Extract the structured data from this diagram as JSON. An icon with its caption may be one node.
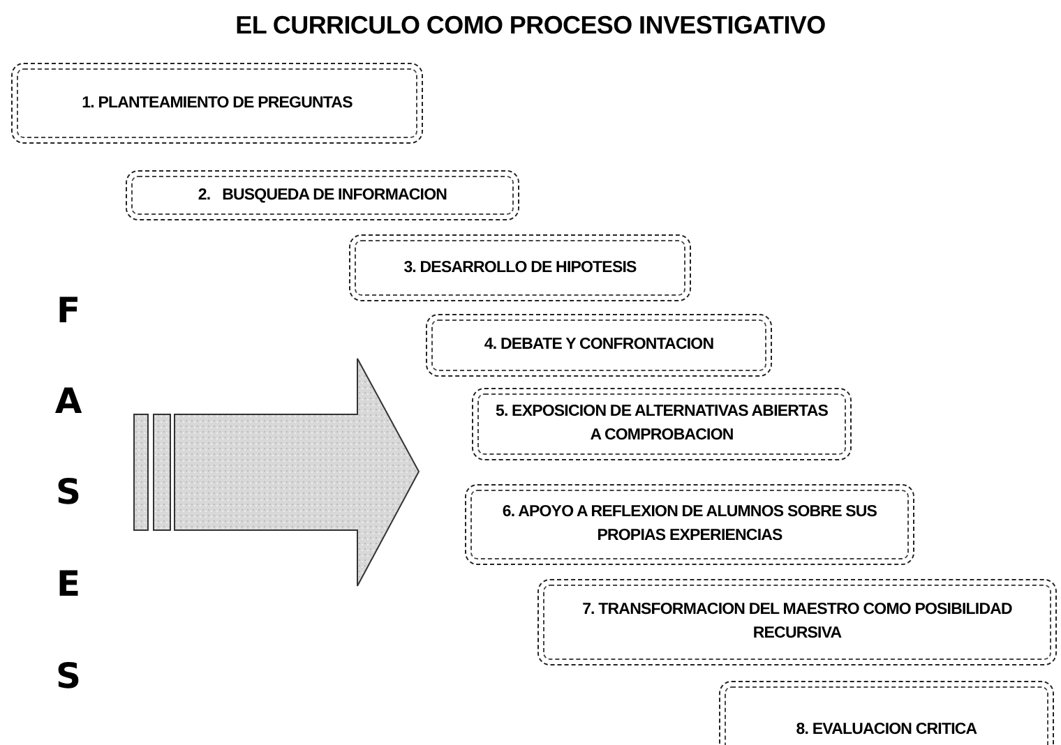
{
  "diagram": {
    "title": "EL CURRICULO COMO PROCESO INVESTIGATIVO",
    "nodes": [
      {
        "text": [
          "1. PLANTEAMIENTO DE PREGUNTAS"
        ]
      },
      {
        "text": [
          "2.   BUSQUEDA DE INFORMACION"
        ]
      },
      {
        "text": [
          "3. DESARROLLO DE HIPOTESIS"
        ]
      },
      {
        "text": [
          "4. DEBATE Y CONFRONTACION"
        ]
      },
      {
        "text": [
          "5. EXPOSICION DE ALTERNATIVAS ABIERTAS A COMPROBACION"
        ]
      },
      {
        "text": [
          "6. APOYO A REFLEXION DE ALUMNOS SOBRE SUS PROPIAS EXPERIENCIAS"
        ]
      },
      {
        "text": [
          "7. TRANSFORMACION DEL MAESTRO COMO POSIBILIDAD RECURSIVA"
        ]
      },
      {
        "text": [
          "8. EVALUACION CRITICA"
        ]
      }
    ],
    "edges": [],
    "labels": [
      "F",
      "A",
      "S",
      "E",
      "S"
    ]
  }
}
